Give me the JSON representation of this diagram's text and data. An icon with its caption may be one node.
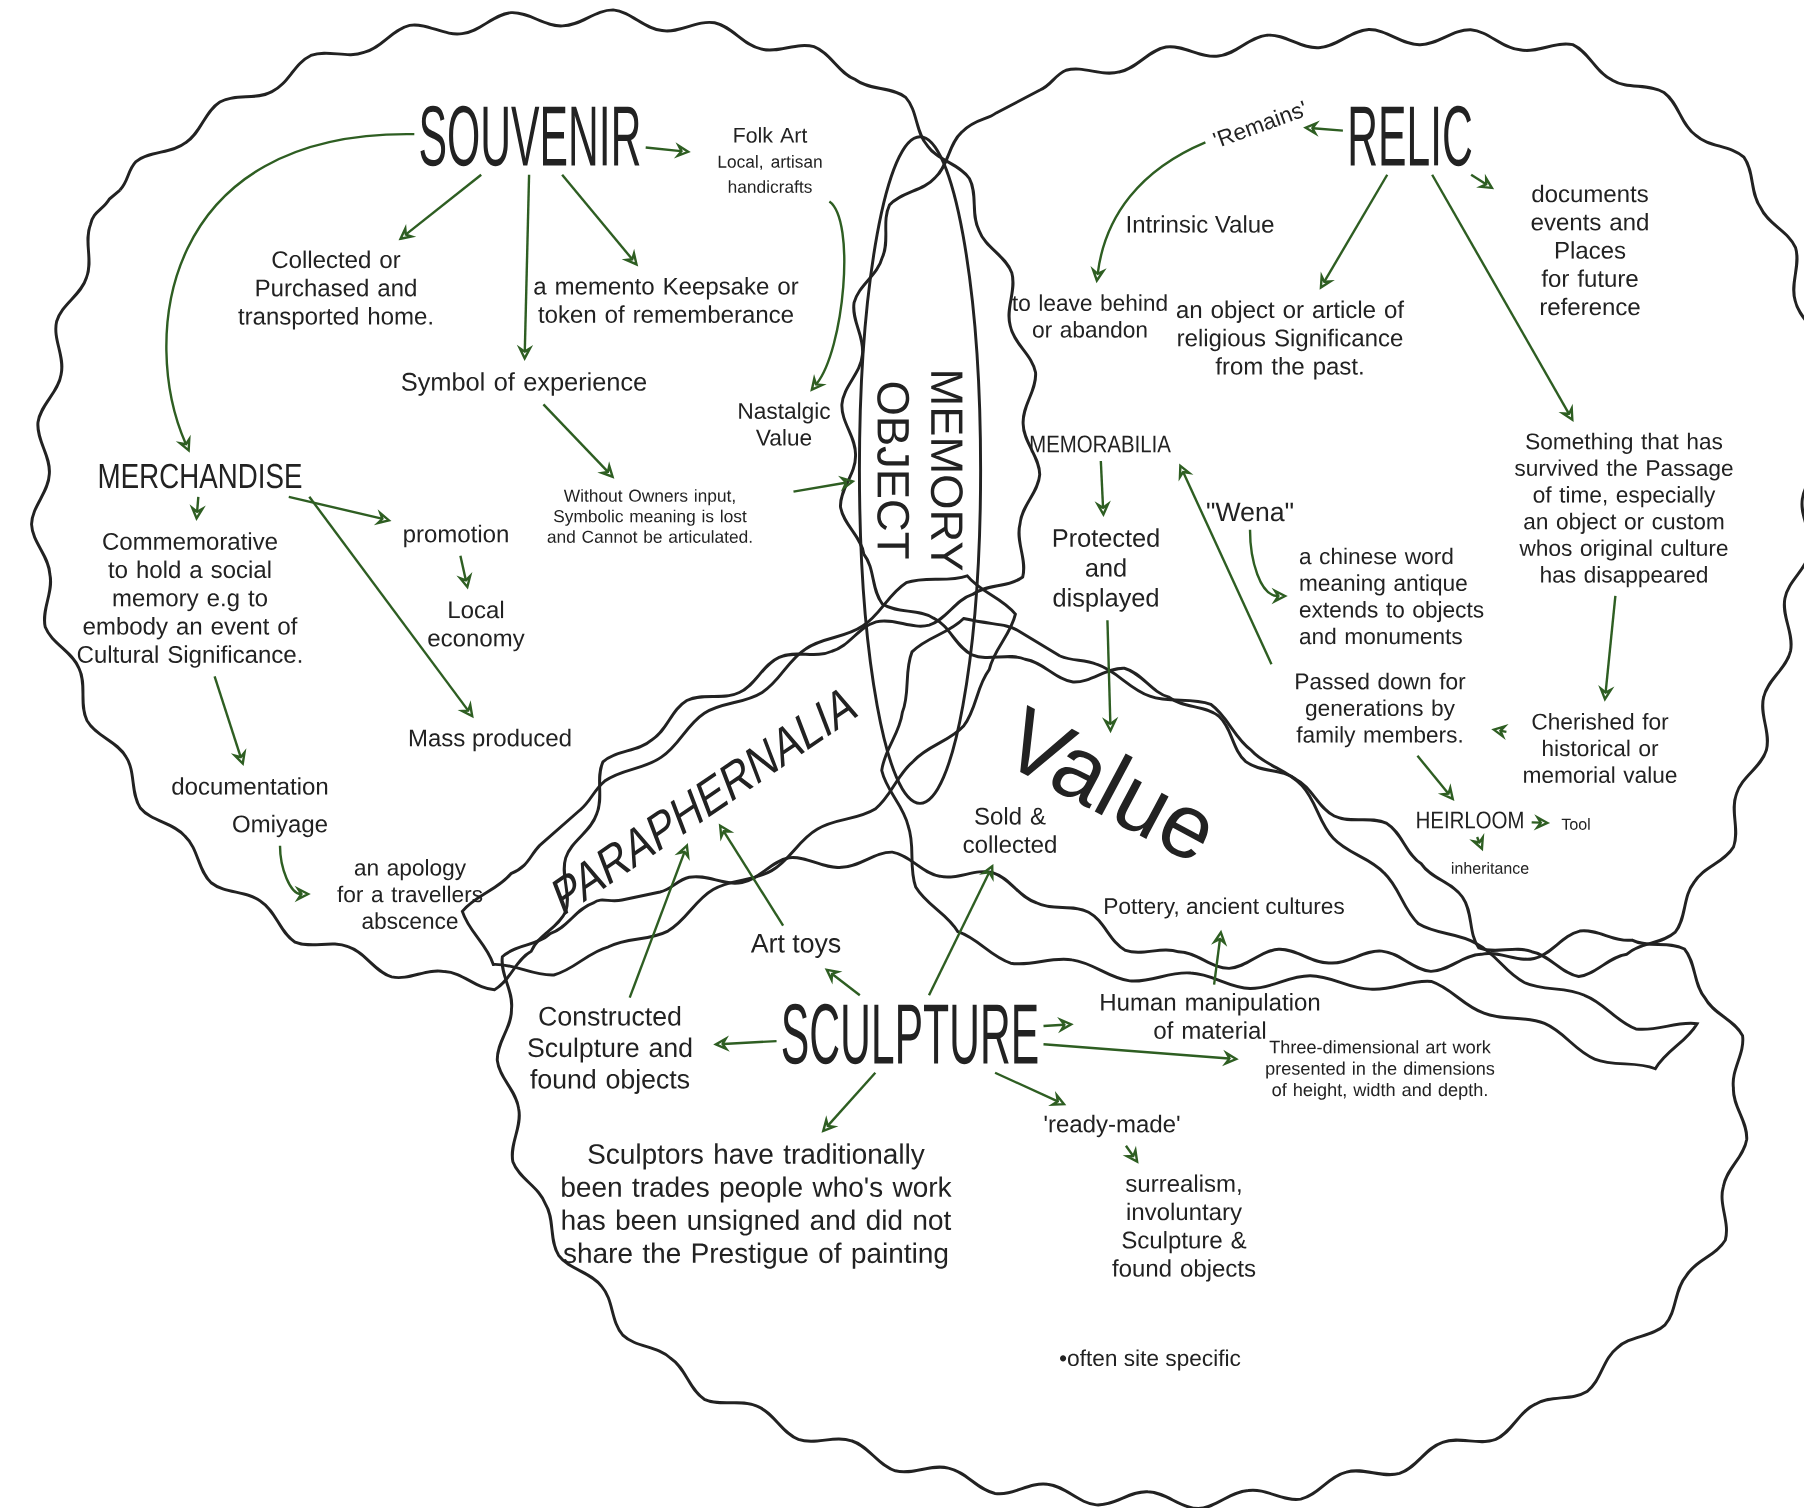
{
  "diagram": {
    "nodes": [
      {
        "text": [
          "SOUVENIR"
        ]
      },
      {
        "text": [
          "Folk Art",
          "Local, artisan handicrafts"
        ]
      },
      {
        "text": [
          "Collected or Purchased and transported home."
        ]
      },
      {
        "text": [
          "a memento Keepsake or token of rememberance"
        ]
      },
      {
        "text": [
          "Nastalgic Value"
        ]
      },
      {
        "text": [
          "Symbol of experience"
        ]
      },
      {
        "text": [
          "Without Owners input, Symbolic meaning is lost and Cannot be articulated."
        ]
      },
      {
        "text": [
          "MERCHANDISE"
        ]
      },
      {
        "text": [
          "Commemorative to hold a social memory e.g to embody an event of Cultural Significance."
        ]
      },
      {
        "text": [
          "documentation"
        ]
      },
      {
        "text": [
          "promotion"
        ]
      },
      {
        "text": [
          "Local economy"
        ]
      },
      {
        "text": [
          "Mass produced"
        ]
      },
      {
        "text": [
          "Omiyage"
        ]
      },
      {
        "text": [
          "an apology for a travellers abscence"
        ]
      },
      {
        "text": [
          "OBJECT",
          "MEMORY"
        ]
      },
      {
        "text": [
          "RELIC"
        ]
      },
      {
        "text": [
          "'Remains'"
        ]
      },
      {
        "text": [
          "to leave behind or abandon"
        ]
      },
      {
        "text": [
          "an object or article of religious Significance from the past."
        ]
      },
      {
        "text": [
          "documents events and Places for future reference"
        ]
      },
      {
        "text": [
          "Something that has survived the Passage of time, especially an object or custom whos original culture has disappeared"
        ]
      },
      {
        "text": [
          "MEMORABILIA"
        ]
      },
      {
        "text": [
          "Protected and displayed"
        ]
      },
      {
        "text": [
          "\"Wena\""
        ]
      },
      {
        "text": [
          "a chinese word meaning antique extends to objects and monuments"
        ]
      },
      {
        "text": [
          "Passed down for generations by family members."
        ]
      },
      {
        "text": [
          "Cherished for historical or memorial value"
        ]
      },
      {
        "text": [
          "HEIRLOOM"
        ]
      },
      {
        "text": [
          "Tool"
        ]
      },
      {
        "text": [
          "inheritance"
        ]
      },
      {
        "text": [
          "PARAPHERNALIA"
        ]
      },
      {
        "text": [
          "Value"
        ]
      },
      {
        "text": [
          "Sold & collected"
        ]
      },
      {
        "text": [
          "SCULPTURE"
        ]
      },
      {
        "text": [
          "Constructed Sculpture and found objects"
        ]
      },
      {
        "text": [
          "Art toys"
        ]
      },
      {
        "text": [
          "Human manipulation of material"
        ]
      },
      {
        "text": [
          "Pottery, ancient cultures"
        ]
      },
      {
        "text": [
          "Three-dimensional art work presented in the dimensions of height, width and depth."
        ]
      },
      {
        "text": [
          "'ready-made'"
        ]
      },
      {
        "text": [
          "surrealism, involuntary Sculpture & found objects"
        ]
      },
      {
        "text": [
          "Sculptors have traditionally been trades people who's work has been unsigned and did not share the Prestigue of painting"
        ]
      }
    ],
    "edges": [
      {
        "from": 0,
        "to": 1,
        "arrow": "to"
      },
      {
        "from": 0,
        "to": 2,
        "arrow": "to"
      },
      {
        "from": 0,
        "to": 3,
        "arrow": "to"
      },
      {
        "from": 0,
        "to": 5,
        "arrow": "to"
      },
      {
        "from": 0,
        "to": 7,
        "arrow": "to"
      },
      {
        "from": 1,
        "to": 4,
        "arrow": "to"
      },
      {
        "from": 5,
        "to": 6,
        "arrow": "to"
      },
      {
        "from": 6,
        "to": 15,
        "arrow": "to"
      },
      {
        "from": 7,
        "to": 8,
        "arrow": "to"
      },
      {
        "from": 7,
        "to": 10,
        "arrow": "to"
      },
      {
        "from": 7,
        "to": 12,
        "arrow": "to"
      },
      {
        "from": 10,
        "to": 11,
        "arrow": "to"
      },
      {
        "from": 8,
        "to": 9,
        "arrow": "to"
      },
      {
        "from": 13,
        "to": 14,
        "arrow": "to"
      },
      {
        "from": 16,
        "to": 17,
        "arrow": "to"
      },
      {
        "from": 17,
        "to": 18,
        "arrow": "to"
      },
      {
        "from": 16,
        "to": 19,
        "arrow": "to"
      },
      {
        "from": 16,
        "to": 20,
        "arrow": "to"
      },
      {
        "from": 16,
        "to": 21,
        "arrow": "to"
      },
      {
        "from": 22,
        "to": 23,
        "arrow": "to"
      },
      {
        "from": 26,
        "to": 22,
        "arrow": "to"
      },
      {
        "from": 24,
        "to": 25,
        "arrow": "to"
      },
      {
        "from": 21,
        "to": 27,
        "arrow": "to"
      },
      {
        "from": 27,
        "to": 26,
        "arrow": "to"
      },
      {
        "from": 26,
        "to": 28,
        "arrow": "to"
      },
      {
        "from": 28,
        "to": 29,
        "arrow": "to"
      },
      {
        "from": 28,
        "to": 30,
        "arrow": "to"
      },
      {
        "from": 23,
        "to": 32,
        "arrow": "to"
      },
      {
        "from": 34,
        "to": 35,
        "arrow": "to"
      },
      {
        "from": 34,
        "to": 36,
        "arrow": "to"
      },
      {
        "from": 36,
        "to": 31,
        "arrow": "to"
      },
      {
        "from": 35,
        "to": 31,
        "arrow": "to"
      },
      {
        "from": 34,
        "to": 33,
        "arrow": "to"
      },
      {
        "from": 34,
        "to": 37,
        "arrow": "to"
      },
      {
        "from": 37,
        "to": 38,
        "arrow": "to"
      },
      {
        "from": 34,
        "to": 39,
        "arrow": "to"
      },
      {
        "from": 34,
        "to": 40,
        "arrow": "to"
      },
      {
        "from": 40,
        "to": 41,
        "arrow": "to"
      },
      {
        "from": 34,
        "to": 42,
        "arrow": "to"
      }
    ],
    "labels": [
      "Intrinsic Value",
      "•often site specific"
    ]
  }
}
